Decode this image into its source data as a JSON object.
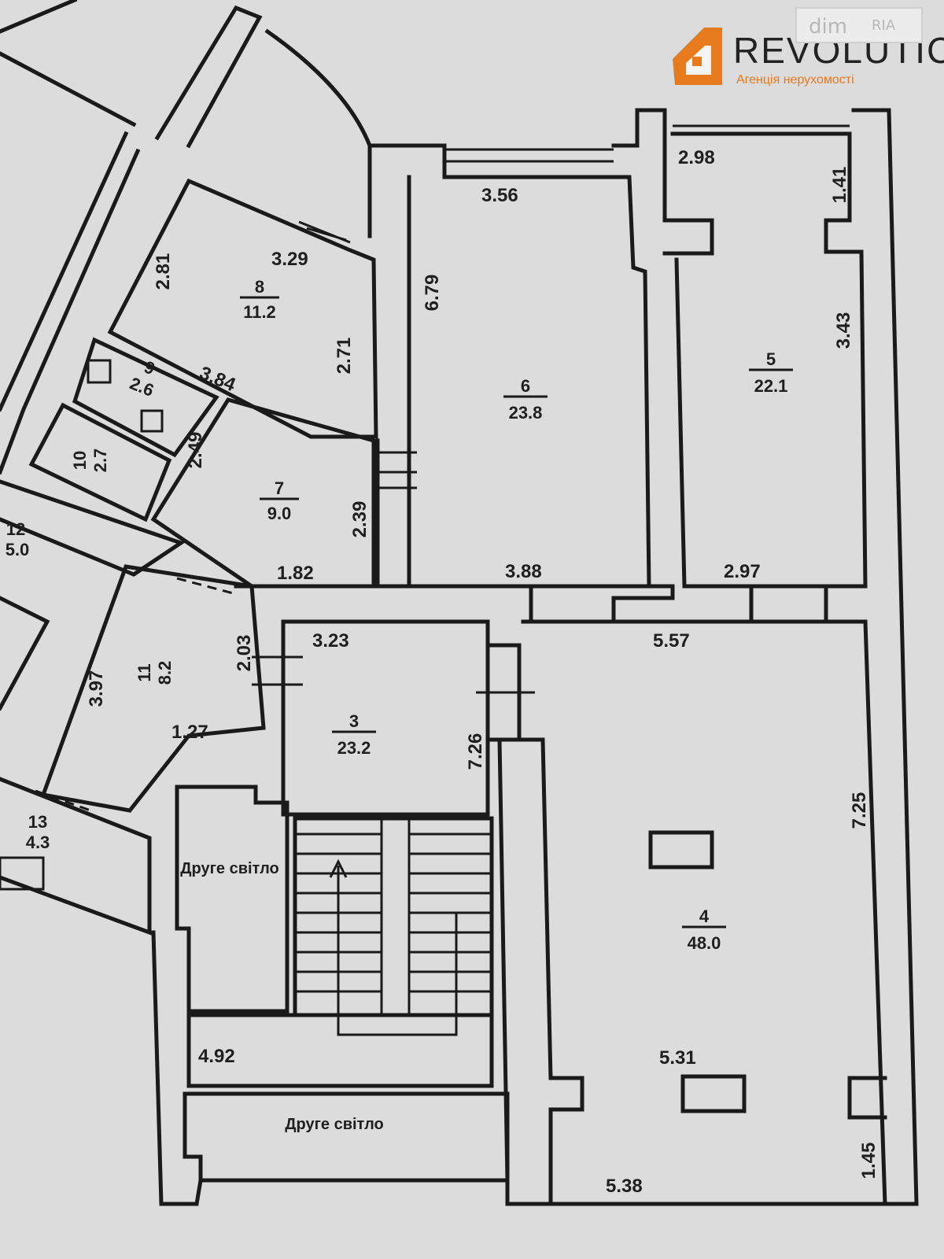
{
  "logo": {
    "brand": "REVOLUTIC",
    "tagline": "Агенція нерухомості",
    "brand_color": "#e87a1e",
    "icon": "house-logo-icon"
  },
  "watermark": {
    "text": "dim",
    "badge": "RIA"
  },
  "rooms": [
    {
      "number": "8",
      "area": "11.2"
    },
    {
      "number": "9",
      "area": "2.6"
    },
    {
      "number": "10",
      "area": "2.7"
    },
    {
      "number": "7",
      "area": "9.0"
    },
    {
      "number": "12",
      "area": "5.0"
    },
    {
      "number": "11",
      "area": "8.2"
    },
    {
      "number": "13",
      "area": "4.3"
    },
    {
      "number": "6",
      "area": "23.8"
    },
    {
      "number": "5",
      "area": "22.1"
    },
    {
      "number": "3",
      "area": "23.2"
    },
    {
      "number": "4",
      "area": "48.0"
    }
  ],
  "labels": {
    "second_light": "Друге світло"
  },
  "dims": {
    "d1": "2.98",
    "d2": "1.41",
    "d3": "3.56",
    "d4": "6.79",
    "d5": "3.43",
    "d6": "3.29",
    "d7": "2.81",
    "d8": "2.71",
    "d9": "3.84",
    "d10": "2.49",
    "d11": "2.39",
    "d12": "1.82",
    "d13": "3.88",
    "d14": "2.97",
    "d15": "3.23",
    "d16": "5.57",
    "d17": "2.03",
    "d18": "3.97",
    "d19": "1.27",
    "d20": "7.26",
    "d21": "7.25",
    "d22": "4.92",
    "d23": "5.31",
    "d24": "5.38",
    "d25": "1.45"
  }
}
